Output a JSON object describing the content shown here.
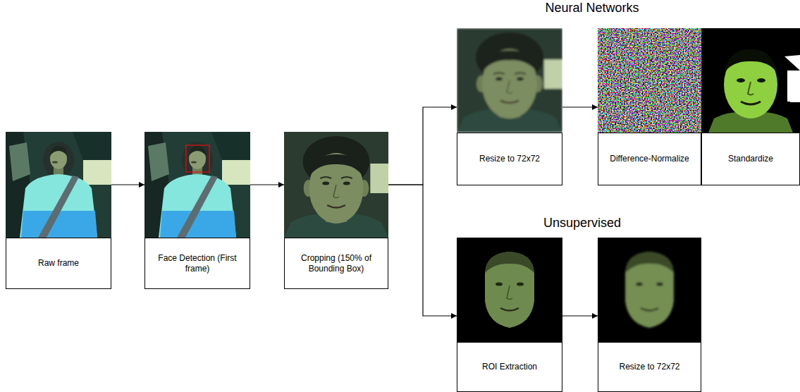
{
  "diagram": {
    "nodes": [
      {
        "text": [
          "Raw frame"
        ]
      },
      {
        "text": [
          "Face Detection (First frame)"
        ]
      },
      {
        "text": [
          "Cropping (150% of Bounding Box)"
        ]
      },
      {
        "text": [
          "Resize to 72x72"
        ]
      },
      {
        "text": [
          "Difference-Normalize"
        ]
      },
      {
        "text": [
          "Standardize"
        ]
      },
      {
        "text": [
          "ROI Extraction"
        ]
      },
      {
        "text": [
          "Resize to 72x72"
        ]
      }
    ],
    "edges": [
      {
        "from": 0,
        "to": 1,
        "arrow": "to"
      },
      {
        "from": 1,
        "to": 2,
        "arrow": "to"
      },
      {
        "from": 2,
        "to": 3,
        "arrow": "to"
      },
      {
        "from": 2,
        "to": 6,
        "arrow": "to"
      },
      {
        "from": 3,
        "to": 4,
        "arrow": "to"
      },
      {
        "from": 6,
        "to": 7,
        "arrow": "to"
      }
    ],
    "labels": [
      "Neural Networks",
      "Unsupervised"
    ]
  }
}
